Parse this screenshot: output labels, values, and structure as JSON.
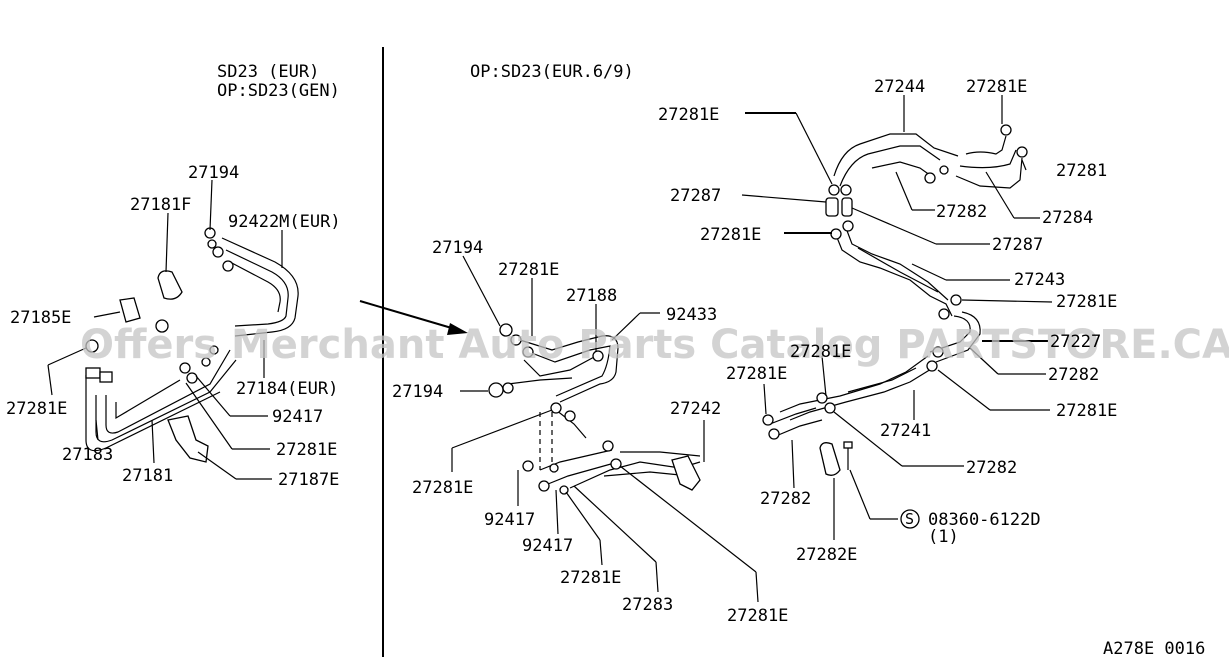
{
  "header_left_1": "SD23 (EUR)",
  "header_left_2": "OP:SD23(GEN)",
  "header_right": "OP:SD23(EUR.6/9)",
  "footer_code": "A278E 0016",
  "watermark": "Offers Merchant Auto Parts Catalog PARTSTORE.CA",
  "labels": {
    "p27194a": "27194",
    "p27181F": "27181F",
    "p92422M": "92422M(EUR)",
    "p27185E": "27185E",
    "p27281Ea": "27281E",
    "p27183": "27183",
    "p27181": "27181",
    "p27184": "27184(EUR)",
    "p92417a": "92417",
    "p27281Eb": "27281E",
    "p27187E": "27187E",
    "p27194b": "27194",
    "p27281Ec": "27281E",
    "p27188": "27188",
    "p92433": "92433",
    "p27194c": "27194",
    "p27281Ed": "27281E",
    "p92417b": "92417",
    "p92417c": "92417",
    "p27281Ee": "27281E",
    "p27283": "27283",
    "p27281Ef": "27281E",
    "p27242": "27242",
    "p27244": "27244",
    "p27281Eg": "27281E",
    "p27281Eh": "27281E",
    "p27281": "27281",
    "p27282a": "27282",
    "p27284": "27284",
    "p27287a": "27287",
    "p27287b": "27287",
    "p27281Ei": "27281E",
    "p27243": "27243",
    "p27281Ej": "27281E",
    "p27227": "27227",
    "p27281k": "27281E",
    "p27281El": "27281E",
    "p27282b": "27282",
    "p27281Em": "27281E",
    "p27241": "27241",
    "p27282c": "27282",
    "p27282d": "27282",
    "p27282E": "27282E",
    "s_symbol": "S",
    "p08360": "08360-6122D",
    "p08360_qty": "(1)"
  }
}
